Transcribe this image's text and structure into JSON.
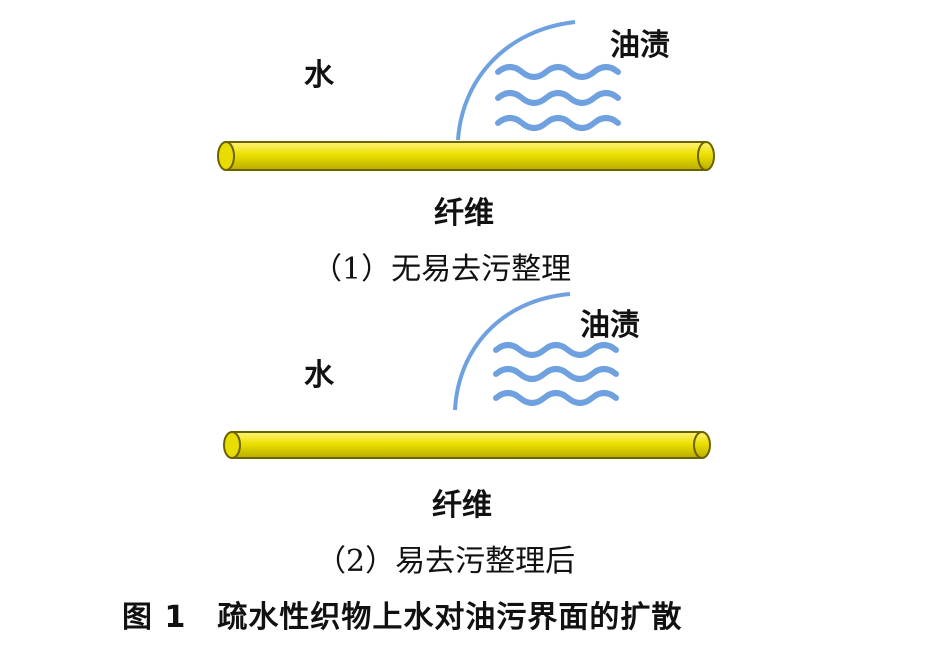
{
  "colors": {
    "fiber_fill": "#ece000",
    "fiber_stroke": "#6b6200",
    "oil_waves": "#6fa0e0",
    "oil_arc": "#6fa0e0",
    "water_dash_start": "#27c46a",
    "water_dash_end": "#1d4f86",
    "text": "#111111"
  },
  "panel1": {
    "water_label": "水",
    "oil_label": "油渍",
    "fiber_label": "纤维",
    "caption": "（1）无易去污整理"
  },
  "panel2": {
    "water_label": "水",
    "oil_label": "油渍",
    "fiber_label": "纤维",
    "caption": "（2）易去污整理后"
  },
  "figure": {
    "title": "图 1　疏水性织物上水对油污界面的扩散"
  },
  "icons": [
    "water-dashes",
    "oil-waves",
    "oil-arc",
    "fiber-rod"
  ]
}
